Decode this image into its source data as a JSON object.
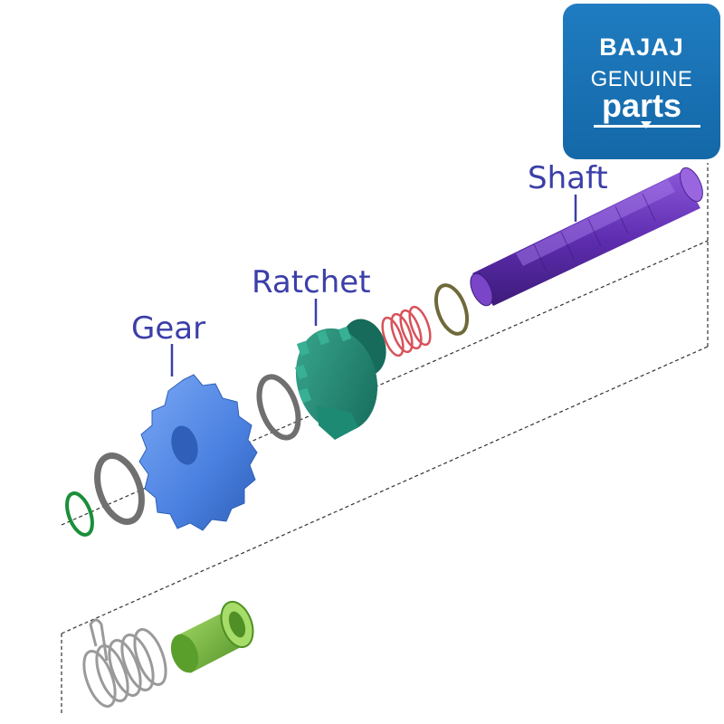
{
  "badge": {
    "line1": "BAJAJ",
    "line2": "GENUINE",
    "line3": "parts"
  },
  "labels": {
    "shaft": "Shaft",
    "ratchet": "Ratchet",
    "gear": "Gear"
  },
  "colors": {
    "label_text": "#3b3fa8",
    "badge_bg": "#1570b3",
    "shaft": "#5a2aa6",
    "ratchet": "#1f8f7a",
    "gear": "#4f86e6",
    "circlip": "#1a8f3a",
    "spring": "#d8525a",
    "bushing": "#7fc046",
    "washer": "#7a7a7a"
  }
}
